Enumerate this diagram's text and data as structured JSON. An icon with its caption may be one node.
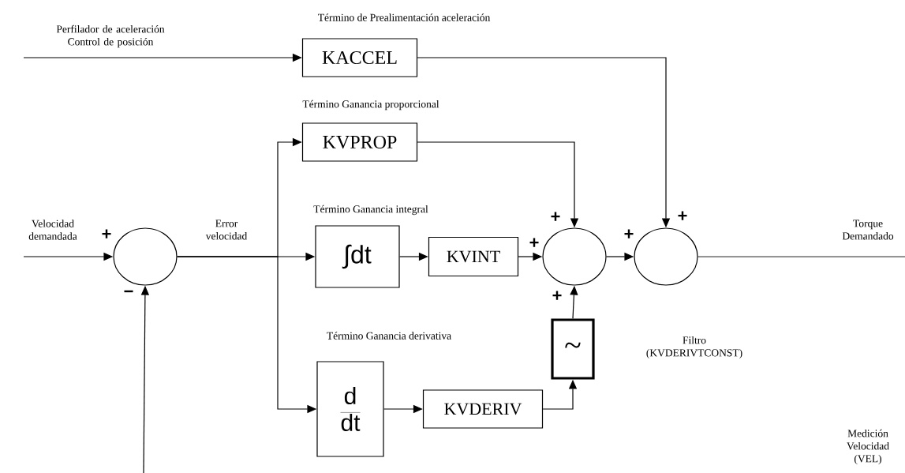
{
  "diagram": {
    "nodes": [
      {
        "text": [
          "Término de Prealimentación aceleración",
          "KACCEL"
        ]
      },
      {
        "text": [
          "Término Ganancia proporcional",
          "KVPROP"
        ]
      },
      {
        "text": [],
        "shape": "circle"
      },
      {
        "text": [
          "Término Ganancia integral",
          "∫dt"
        ]
      },
      {
        "text": [
          "KVINT"
        ]
      },
      {
        "text": [],
        "shape": "circle"
      },
      {
        "text": [],
        "shape": "circle"
      },
      {
        "text": [
          "Término Ganancia derivativa",
          "\\frac{\\mathrm{d}}{\\mathrm{dt}}"
        ]
      },
      {
        "text": [
          "KVDERIV"
        ]
      },
      {
        "text": [
          "~"
        ]
      }
    ],
    "edges": [
      {
        "from": null,
        "to": 0,
        "arrow": "to",
        "label": "Perfilador de aceleración Control de posición"
      },
      {
        "from": 0,
        "to": 6,
        "arrow": "to"
      },
      {
        "from": 2,
        "to": 1,
        "arrow": "to"
      },
      {
        "from": 1,
        "to": 5,
        "arrow": "to"
      },
      {
        "from": null,
        "to": 2,
        "arrow": "to",
        "label": "Velocidad demandada"
      },
      {
        "from": 2,
        "to": 3,
        "arrow": "to",
        "label": "Error velocidad"
      },
      {
        "from": 2,
        "to": 7,
        "arrow": "to"
      },
      {
        "from": 3,
        "to": 4,
        "arrow": "to"
      },
      {
        "from": 4,
        "to": 5,
        "arrow": "to"
      },
      {
        "from": 8,
        "to": 9,
        "arrow": "to"
      },
      {
        "from": 9,
        "to": 5,
        "arrow": "to"
      },
      {
        "from": 7,
        "to": 8,
        "arrow": "to"
      },
      {
        "from": 5,
        "to": 6,
        "arrow": "to"
      },
      {
        "from": 6,
        "to": null,
        "arrow": "none",
        "label": "Torque Demandado"
      },
      {
        "from": null,
        "to": 2,
        "arrow": "to"
      }
    ],
    "labels": [
      "+",
      "+",
      "+",
      "+",
      "+",
      "−",
      "+",
      "Filtro (KVDERIVTCONST)",
      "Medición Velocidad (VEL)"
    ]
  }
}
